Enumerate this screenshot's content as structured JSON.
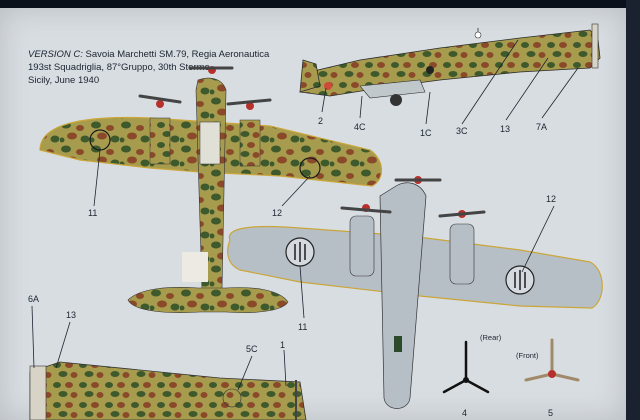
{
  "caption": {
    "line1_prefix": "VERSION C:",
    "line1_rest": " Savoia Marchetti SM.79, Regia Aeronautica",
    "line2": "193st Squadriglia, 87°Gruppo, 30th Stormo",
    "line3": "Sicily, June 1940"
  },
  "callouts": {
    "c2": "2",
    "c4c": "4C",
    "c1c": "1C",
    "c3c": "3C",
    "c13_top": "13",
    "c7a": "7A",
    "c11_left": "11",
    "c12_mid": "12",
    "c12_right": "12",
    "c11_bottom": "11",
    "c6a": "6A",
    "c13_bottom": "13",
    "c5c": "5C",
    "c1": "1",
    "c4": "4",
    "c5": "5"
  },
  "prop_views": {
    "rear": "(Rear)",
    "front": "(Front)"
  },
  "colors": {
    "camo_base": "#a79c4e",
    "camo_green": "#3e5a2c",
    "camo_brown": "#8a4a2a",
    "underside": "#b7bfc6",
    "spinner_red": "#b8302c"
  }
}
